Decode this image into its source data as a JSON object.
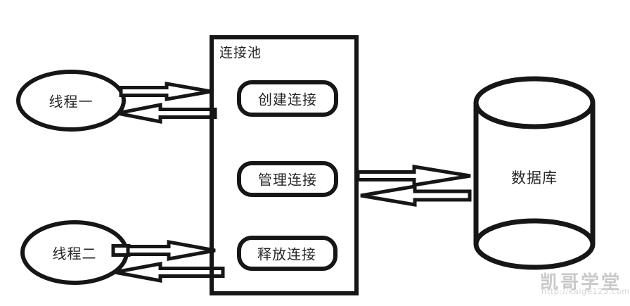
{
  "pool": {
    "title": "连接池",
    "steps": [
      {
        "label": "创建连接"
      },
      {
        "label": "管理连接"
      },
      {
        "label": "释放连接"
      }
    ]
  },
  "threads": [
    {
      "label": "线程一"
    },
    {
      "label": "线程二"
    }
  ],
  "database": {
    "label": "数据库"
  },
  "watermark": {
    "brand": "凯哥学堂",
    "url": "http://kaige123.com"
  },
  "colors": {
    "stroke": "#161616",
    "text": "#262626",
    "watermark": "#c9c9c9",
    "background": "#ffffff"
  }
}
